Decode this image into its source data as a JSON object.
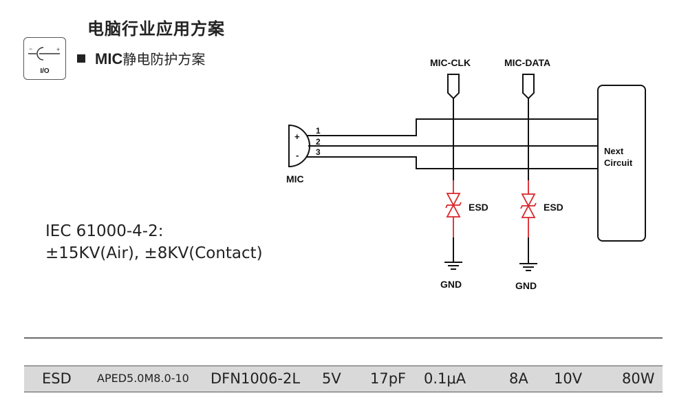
{
  "header": {
    "title": "电脑行业应用方案",
    "subtitle_prefix": "MIC",
    "subtitle_cn": "静电防护方案"
  },
  "io_icon": {
    "label": "I/O",
    "minus": "−",
    "plus": "+"
  },
  "standard": {
    "line1": "IEC 61000-4-2:",
    "line2": "±15KV(Air), ±8KV(Contact)"
  },
  "schematic": {
    "mic_label": "MIC",
    "mic_plus": "+",
    "mic_minus": "-",
    "pins": [
      "1",
      "2",
      "3"
    ],
    "signals": [
      "MIC-CLK",
      "MIC-DATA"
    ],
    "next_circuit": [
      "Next",
      "Circuit"
    ],
    "esd_labels": [
      "ESD",
      "ESD"
    ],
    "gnd_labels": [
      "GND",
      "GND"
    ],
    "colors": {
      "wire": "#111111",
      "esd": "#d9262b"
    }
  },
  "spec_table": {
    "row": {
      "type": "ESD",
      "part_number": "APED5.0M8.0-10",
      "package": "DFN1006-2L",
      "vrwm": "5V",
      "capacitance": "17pF",
      "leakage": "0.1μA",
      "ipp": "8A",
      "vc": "10V",
      "ppk": "80W"
    }
  }
}
